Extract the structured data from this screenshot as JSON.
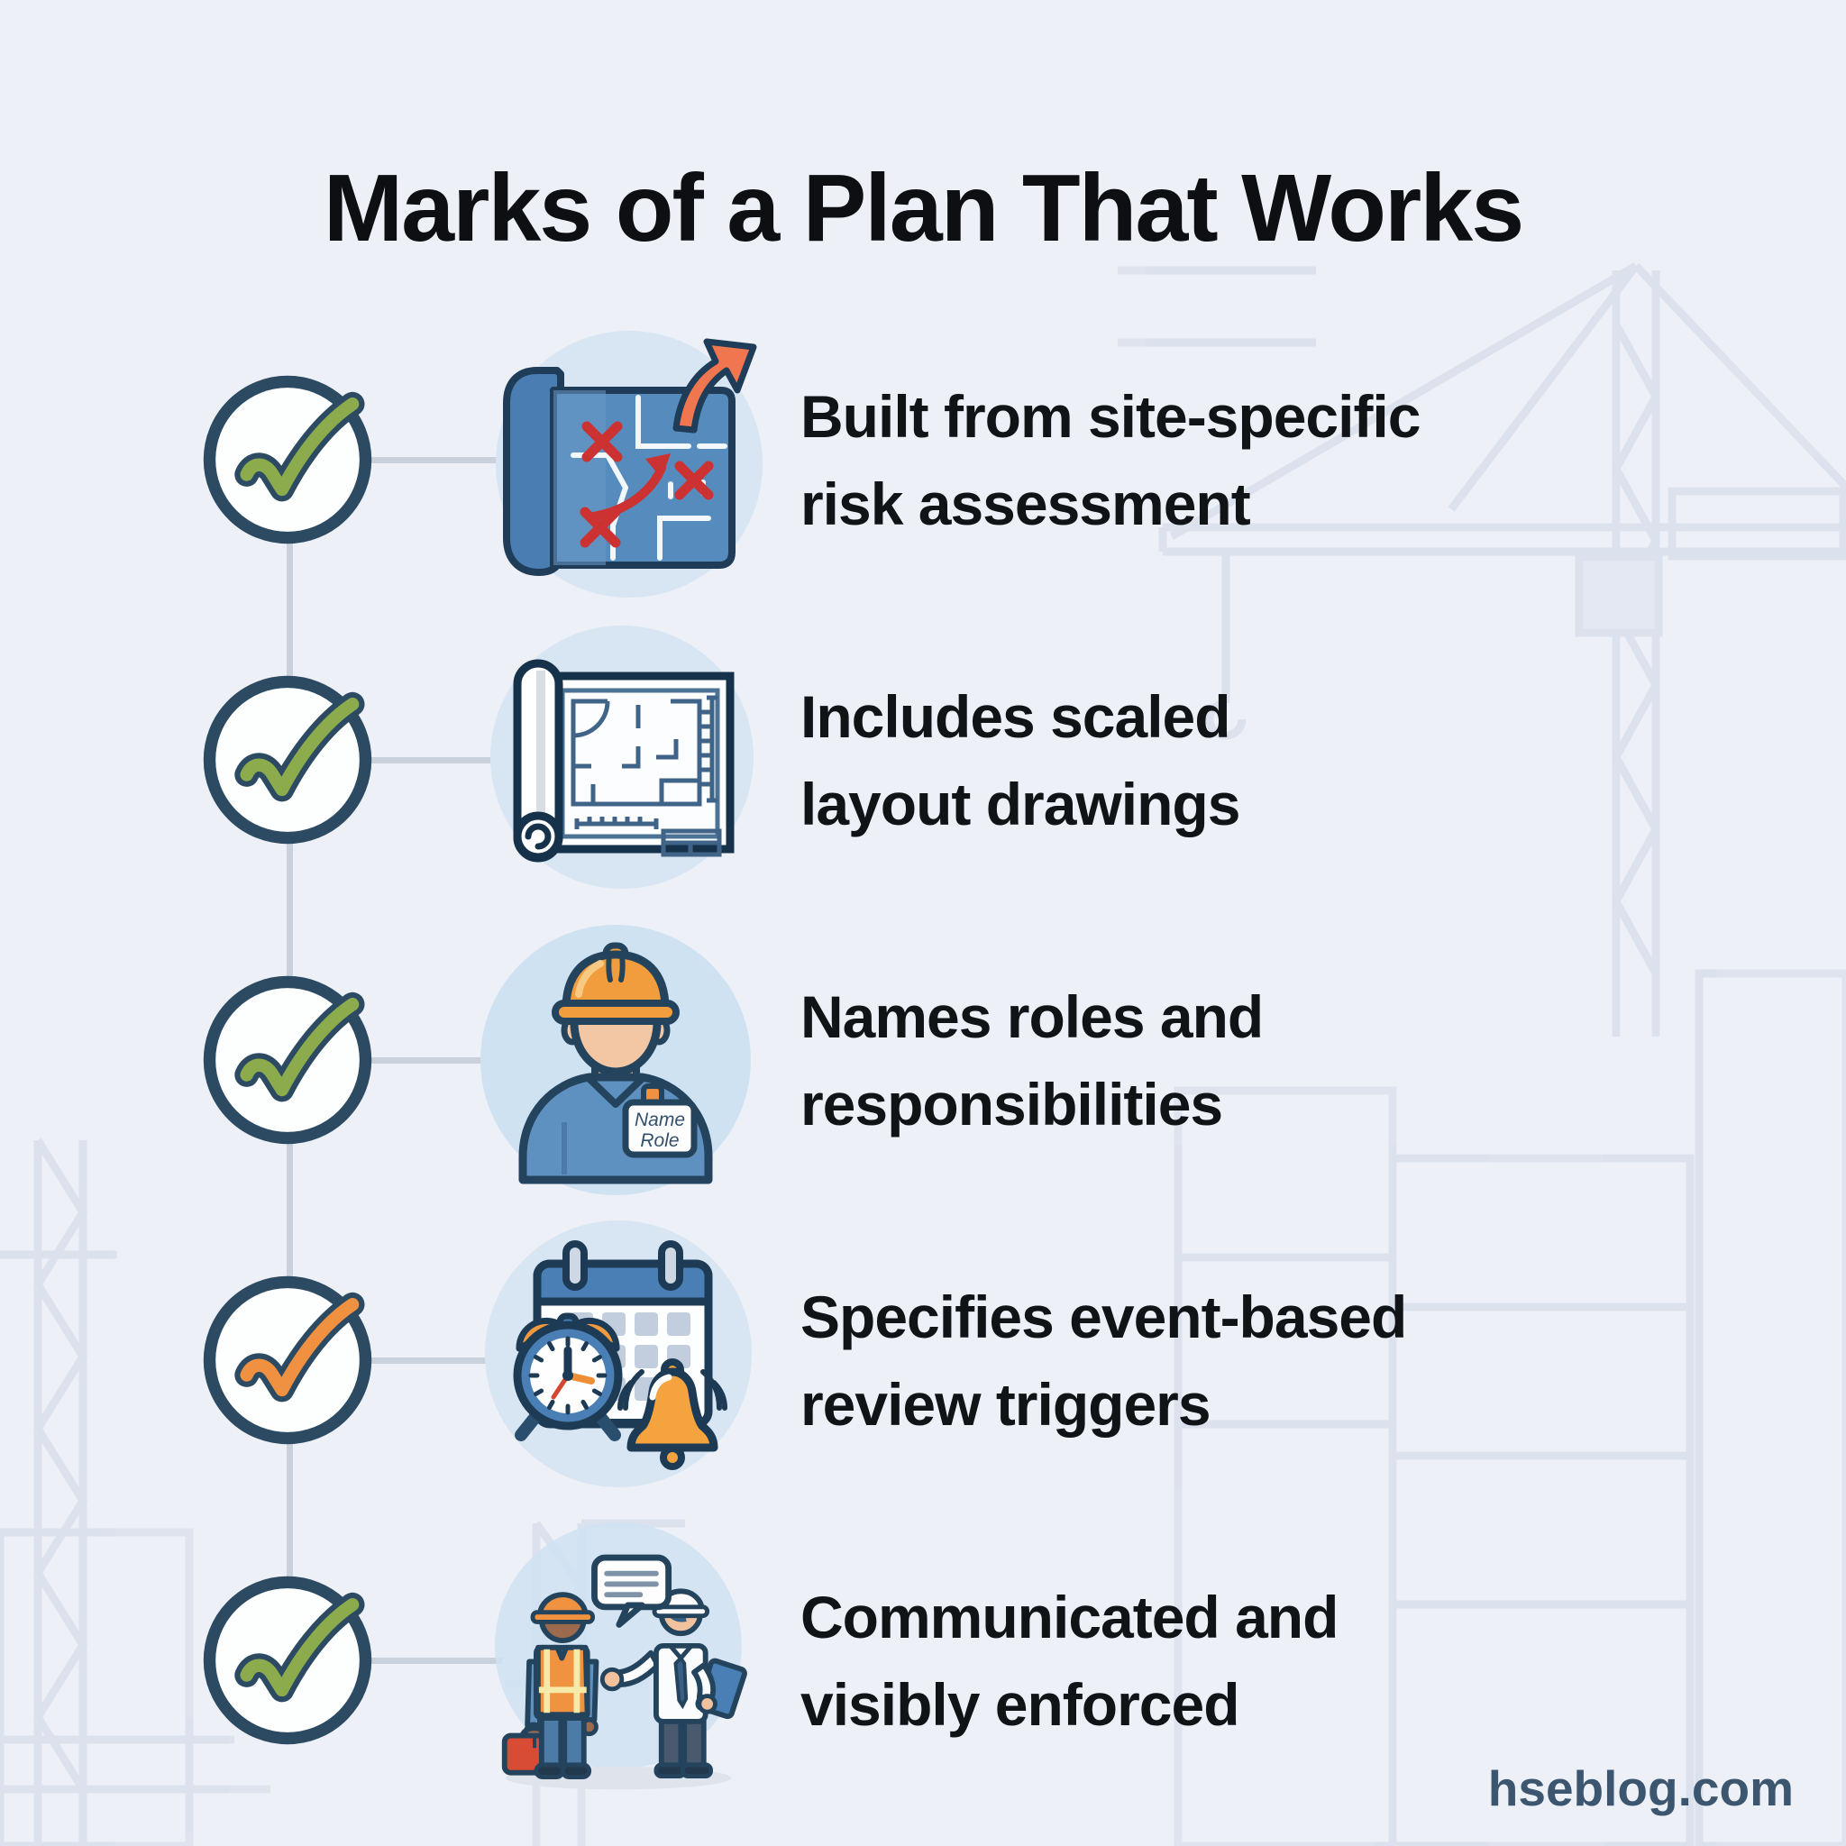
{
  "page": {
    "title": "Marks of a Plan That Works",
    "footer": "hseblog.com"
  },
  "colors": {
    "background": "#edf0f6",
    "navy_outline": "#2d4a63",
    "green_check": "#8cab4d",
    "orange_check": "#ef9140",
    "connector": "#c9d1dd",
    "text": "#111417",
    "footer": "#3c566f",
    "icon_halo_blue": "#d8e5f2"
  },
  "checklist": {
    "items": [
      {
        "icon": "risk-map-icon",
        "check_color": "#8cab4d",
        "line1": "Built from site-specific",
        "line2": "risk assessment"
      },
      {
        "icon": "layout-drawings-icon",
        "check_color": "#8cab4d",
        "line1": "Includes scaled",
        "line2": "layout drawings"
      },
      {
        "icon": "roles-worker-icon",
        "check_color": "#8cab4d",
        "line1": "Names roles and",
        "line2": "responsibilities"
      },
      {
        "icon": "review-triggers-icon",
        "check_color": "#ef9140",
        "line1": "Specifies event-based",
        "line2": "review triggers"
      },
      {
        "icon": "communication-icon",
        "check_color": "#8cab4d",
        "line1": "Communicated and",
        "line2": "visibly enforced"
      }
    ]
  },
  "worker_badge": {
    "name": "Name",
    "role": "Role"
  }
}
